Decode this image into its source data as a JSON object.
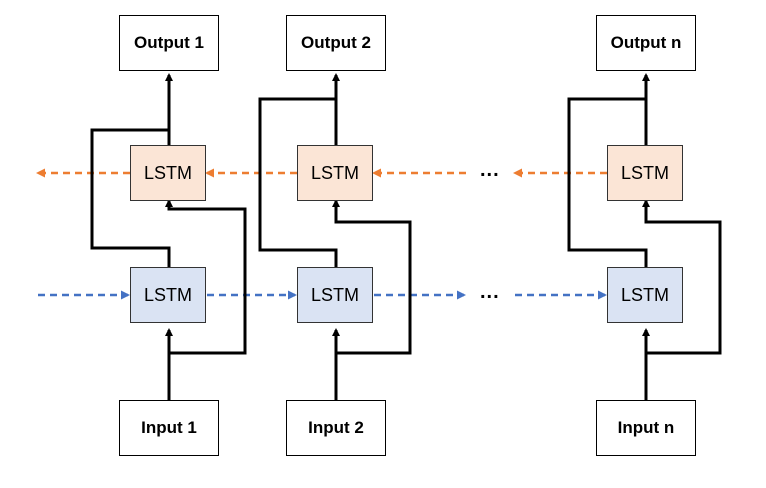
{
  "columns": [
    {
      "output": "Output 1",
      "input": "Input 1",
      "backward": "LSTM",
      "forward": "LSTM"
    },
    {
      "output": "Output 2",
      "input": "Input 2",
      "backward": "LSTM",
      "forward": "LSTM"
    },
    {
      "output": "Output n",
      "input": "Input n",
      "backward": "LSTM",
      "forward": "LSTM"
    }
  ],
  "ellipsis": "...",
  "colors": {
    "backward_arrow": "#ed7d31",
    "forward_arrow": "#4472c4",
    "backward_fill": "#fbe5d6",
    "forward_fill": "#dae3f3",
    "line": "#000000"
  }
}
